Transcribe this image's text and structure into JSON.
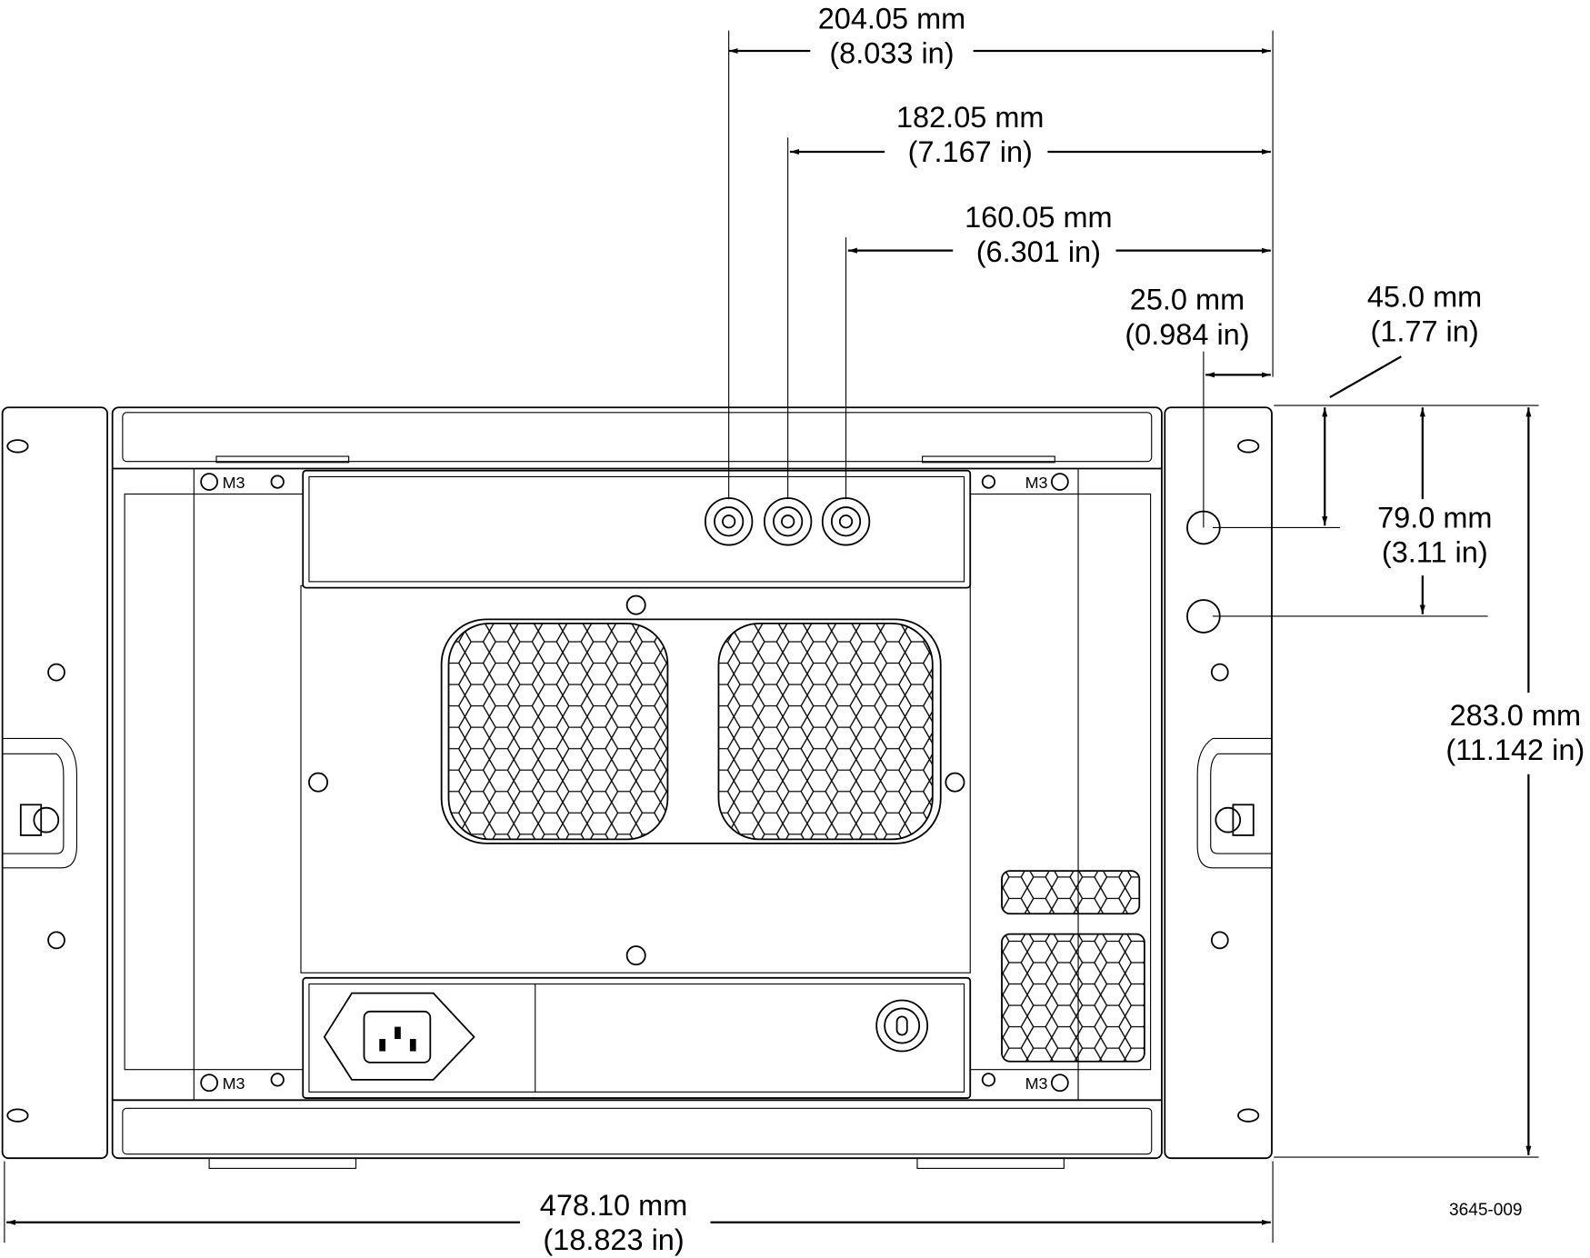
{
  "drawing_id": "3645-009",
  "dimensions": {
    "d204": {
      "mm": "204.05 mm",
      "in": "(8.033 in)"
    },
    "d182": {
      "mm": "182.05 mm",
      "in": "(7.167 in)"
    },
    "d160": {
      "mm": "160.05 mm",
      "in": "(6.301 in)"
    },
    "d25": {
      "mm": "25.0 mm",
      "in": "(0.984 in)"
    },
    "d45": {
      "mm": "45.0 mm",
      "in": "(1.77 in)"
    },
    "d79": {
      "mm": "79.0 mm",
      "in": "(3.11 in)"
    },
    "d283": {
      "mm": "283.0 mm",
      "in": "(11.142 in)"
    },
    "d478": {
      "mm": "478.10 mm",
      "in": "(18.823 in)"
    }
  },
  "screw_labels": [
    "M3",
    "M3",
    "M3",
    "M3"
  ]
}
